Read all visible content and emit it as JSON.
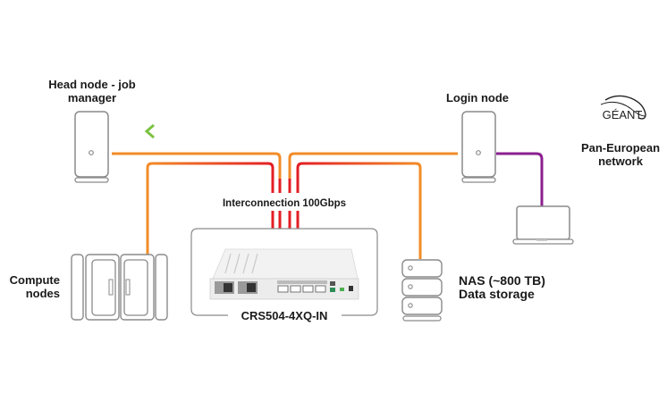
{
  "labels": {
    "head_node_line1": "Head node - job",
    "head_node_line2": "manager",
    "login_node": "Login node",
    "geant_logo": "GÉANT",
    "pan_european_line1": "Pan-European",
    "pan_european_line2": "network",
    "interconnection": "Interconnection 100Gbps",
    "switch_model": "CRS504-4XQ-IN",
    "compute_line1": "Compute",
    "compute_line2": "nodes",
    "nas_line1": "NAS (~800 TB)",
    "nas_line2": "Data storage"
  },
  "colors": {
    "green_link": "#3aa935",
    "orange_link": "#f28c28",
    "red_link": "#e31e24",
    "blue_link": "#1b8fd1",
    "purple_link": "#8b1f8f",
    "device_outline": "#8a8a8a"
  }
}
